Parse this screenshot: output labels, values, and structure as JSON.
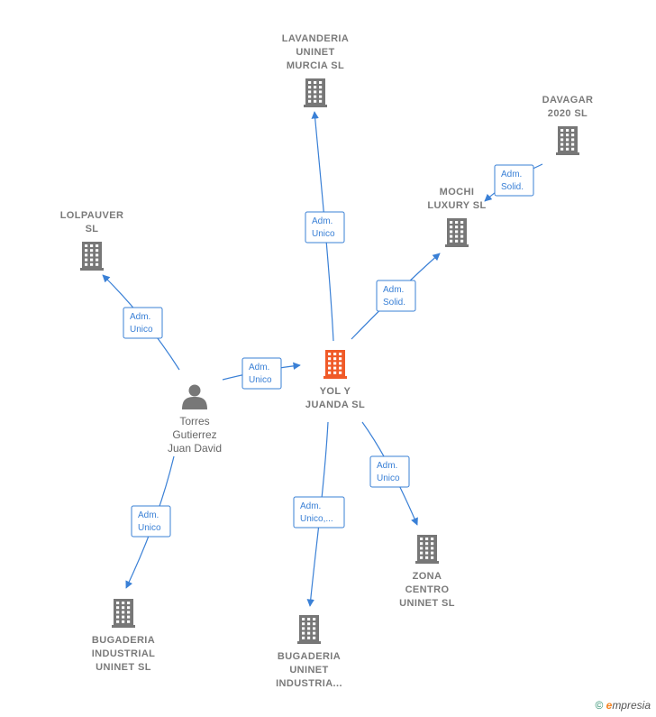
{
  "colors": {
    "edge": "#3a80d6",
    "building_default": "#777777",
    "building_main": "#f05a28",
    "person": "#777777"
  },
  "nodes": [
    {
      "id": "lavanderia",
      "type": "company",
      "lines": [
        "LAVANDERIA",
        "UNINET",
        "MURCIA  SL"
      ],
      "icon": "building-icon"
    },
    {
      "id": "davagar",
      "type": "company",
      "lines": [
        "DAVAGAR",
        "2020  SL"
      ],
      "icon": "building-icon"
    },
    {
      "id": "mochi",
      "type": "company",
      "lines": [
        "MOCHI",
        "LUXURY  SL"
      ],
      "icon": "building-icon"
    },
    {
      "id": "lolpauver",
      "type": "company",
      "lines": [
        "LOLPAUVER",
        "SL"
      ],
      "icon": "building-icon"
    },
    {
      "id": "yol",
      "type": "company",
      "main": true,
      "lines": [
        "YOL Y",
        "JUANDA  SL"
      ],
      "icon": "building-icon"
    },
    {
      "id": "torres",
      "type": "person",
      "lines": [
        "Torres",
        "Gutierrez",
        "Juan David"
      ],
      "icon": "person-icon"
    },
    {
      "id": "bug_ind",
      "type": "company",
      "lines": [
        "BUGADERIA",
        "INDUSTRIAL",
        "UNINET  SL"
      ],
      "icon": "building-icon"
    },
    {
      "id": "bug_uninet",
      "type": "company",
      "lines": [
        "BUGADERIA",
        "UNINET",
        "INDUSTRIA..."
      ],
      "icon": "building-icon"
    },
    {
      "id": "zona",
      "type": "company",
      "lines": [
        "ZONA",
        "CENTRO",
        "UNINET  SL"
      ],
      "icon": "building-icon"
    }
  ],
  "edges": [
    {
      "from": "yol",
      "to": "lavanderia",
      "label": [
        "Adm.",
        "Unico"
      ]
    },
    {
      "from": "davagar",
      "to": "mochi",
      "label": [
        "Adm.",
        "Solid."
      ]
    },
    {
      "from": "yol",
      "to": "mochi",
      "label": [
        "Adm.",
        "Solid."
      ]
    },
    {
      "from": "torres",
      "to": "lolpauver",
      "label": [
        "Adm.",
        "Unico"
      ]
    },
    {
      "from": "torres",
      "to": "yol",
      "label": [
        "Adm.",
        "Unico"
      ]
    },
    {
      "from": "torres",
      "to": "bug_ind",
      "label": [
        "Adm.",
        "Unico"
      ]
    },
    {
      "from": "yol",
      "to": "bug_uninet",
      "label": [
        "Adm.",
        "Unico,..."
      ]
    },
    {
      "from": "yol",
      "to": "zona",
      "label": [
        "Adm.",
        "Unico"
      ]
    }
  ],
  "footer": {
    "copyright": "©",
    "brand_e": "e",
    "brand_rest": "mpresia"
  }
}
